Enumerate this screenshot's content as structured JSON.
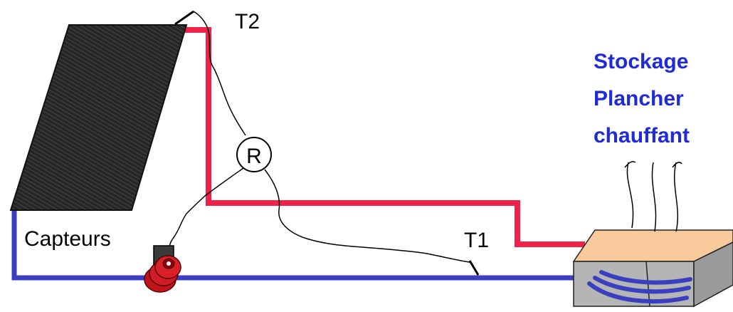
{
  "labels": {
    "sensor_top": "T2",
    "sensor_bottom": "T1",
    "regulator": "R",
    "collectors": "Capteurs",
    "storage_line1": "Stockage",
    "storage_line2": "Plancher",
    "storage_line3": "chauffant"
  },
  "colors": {
    "hot_pipe": "#f0224a",
    "cold_pipe": "#3a3fbf",
    "accent_text": "#1f2ad8",
    "collector_panel": "#2e2e2e",
    "pump_red": "#c0141c",
    "slab_top": "#f8c99a",
    "slab_side": "#b5b5b5"
  }
}
